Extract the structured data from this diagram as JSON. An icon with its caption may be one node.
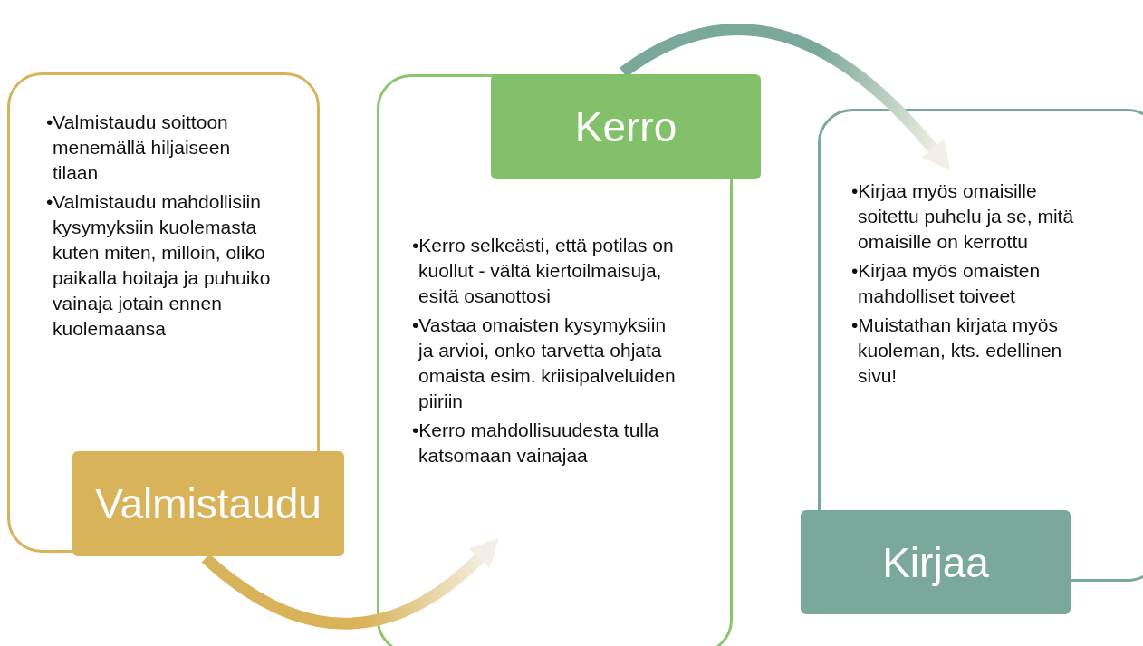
{
  "diagram": {
    "nodes": [
      {
        "text": [
          "•Valmistaudu soittoon menemällä hiljaiseen tilaan",
          "•Valmistaudu mahdollisiin kysymyksiin kuolemasta kuten miten, milloin, oliko paikalla hoitaja ja puhuiko vainaja jotain ennen kuolemaansa"
        ]
      },
      {
        "text": [
          "Valmistaudu"
        ]
      },
      {
        "text": [
          "•Kerro selkeästi, että potilas on kuollut - vältä kiertoilmaisuja, esitä osanottosi",
          "•Vastaa omaisten kysymyksiin ja arvioi, onko tarvetta ohjata omaista esim. kriisipalveluiden piiriin",
          "•Kerro mahdollisuudesta tulla katsomaan vainajaa"
        ]
      },
      {
        "text": [
          "Kerro"
        ]
      },
      {
        "text": [
          "•Kirjaa myös omaisille soitettu puhelu ja se, mitä omaisille on kerrottu",
          "•Kirjaa myös omaisten mahdolliset toiveet",
          "•Muistathan kirjata myös kuoleman, kts. edellinen sivu!"
        ]
      },
      {
        "text": [
          "Kirjaa"
        ]
      }
    ],
    "edges": [
      {
        "from": 1,
        "to": 2,
        "arrow": "to",
        "style": "thick",
        "color": "#d9b35a"
      },
      {
        "from": 3,
        "to": 4,
        "arrow": "to",
        "style": "thick",
        "color": "#7aa89a"
      }
    ]
  }
}
